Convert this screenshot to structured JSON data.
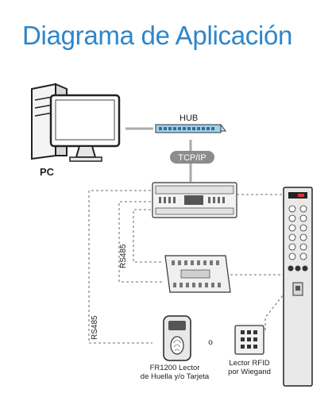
{
  "title": "Diagrama de Aplicación",
  "labels": {
    "pc": "PC",
    "hub": "HUB",
    "tcpip": "TCP/IP",
    "rs485_a": "RS485",
    "rs485_b": "RS485",
    "or": "o",
    "fingerprint_line1": "FR1200 Lector",
    "fingerprint_line2": "de Huella y/o Tarjeta",
    "rfid_line1": "Lector RFID",
    "rfid_line2": "por Wiegand"
  },
  "colors": {
    "title": "#2e86c9",
    "hub_body": "#9fd1ec",
    "tcpip_pill": "#8c8c8c",
    "line": "#888888"
  }
}
